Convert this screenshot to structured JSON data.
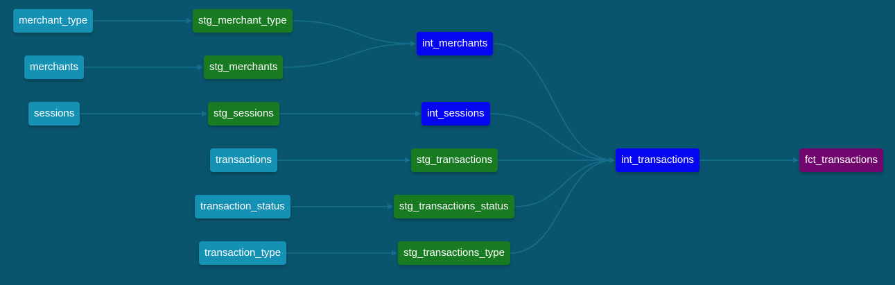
{
  "colors": {
    "background": "#0a556e",
    "edge": "#16708d",
    "source": "#1591b4",
    "staging": "#187a21",
    "intermediate": "#0606f0",
    "fact": "#71076e"
  },
  "nodes": [
    {
      "id": "merchant_type",
      "label": "merchant_type",
      "kind": "source"
    },
    {
      "id": "merchants",
      "label": "merchants",
      "kind": "source"
    },
    {
      "id": "sessions",
      "label": "sessions",
      "kind": "source"
    },
    {
      "id": "transactions",
      "label": "transactions",
      "kind": "source"
    },
    {
      "id": "transaction_status",
      "label": "transaction_status",
      "kind": "source"
    },
    {
      "id": "transaction_type",
      "label": "transaction_type",
      "kind": "source"
    },
    {
      "id": "stg_merchant_type",
      "label": "stg_merchant_type",
      "kind": "staging"
    },
    {
      "id": "stg_merchants",
      "label": "stg_merchants",
      "kind": "staging"
    },
    {
      "id": "stg_sessions",
      "label": "stg_sessions",
      "kind": "staging"
    },
    {
      "id": "stg_transactions",
      "label": "stg_transactions",
      "kind": "staging"
    },
    {
      "id": "stg_transactions_status",
      "label": "stg_transactions_status",
      "kind": "staging"
    },
    {
      "id": "stg_transactions_type",
      "label": "stg_transactions_type",
      "kind": "staging"
    },
    {
      "id": "int_merchants",
      "label": "int_merchants",
      "kind": "intermediate"
    },
    {
      "id": "int_sessions",
      "label": "int_sessions",
      "kind": "intermediate"
    },
    {
      "id": "int_transactions",
      "label": "int_transactions",
      "kind": "intermediate"
    },
    {
      "id": "fct_transactions",
      "label": "fct_transactions",
      "kind": "fact"
    }
  ],
  "edges": [
    {
      "from": "merchant_type",
      "to": "stg_merchant_type"
    },
    {
      "from": "merchants",
      "to": "stg_merchants"
    },
    {
      "from": "sessions",
      "to": "stg_sessions"
    },
    {
      "from": "transactions",
      "to": "stg_transactions"
    },
    {
      "from": "transaction_status",
      "to": "stg_transactions_status"
    },
    {
      "from": "transaction_type",
      "to": "stg_transactions_type"
    },
    {
      "from": "stg_merchant_type",
      "to": "int_merchants"
    },
    {
      "from": "stg_merchants",
      "to": "int_merchants"
    },
    {
      "from": "stg_sessions",
      "to": "int_sessions"
    },
    {
      "from": "int_merchants",
      "to": "int_transactions"
    },
    {
      "from": "int_sessions",
      "to": "int_transactions"
    },
    {
      "from": "stg_transactions",
      "to": "int_transactions"
    },
    {
      "from": "stg_transactions_status",
      "to": "int_transactions"
    },
    {
      "from": "stg_transactions_type",
      "to": "int_transactions"
    },
    {
      "from": "int_transactions",
      "to": "fct_transactions"
    }
  ]
}
